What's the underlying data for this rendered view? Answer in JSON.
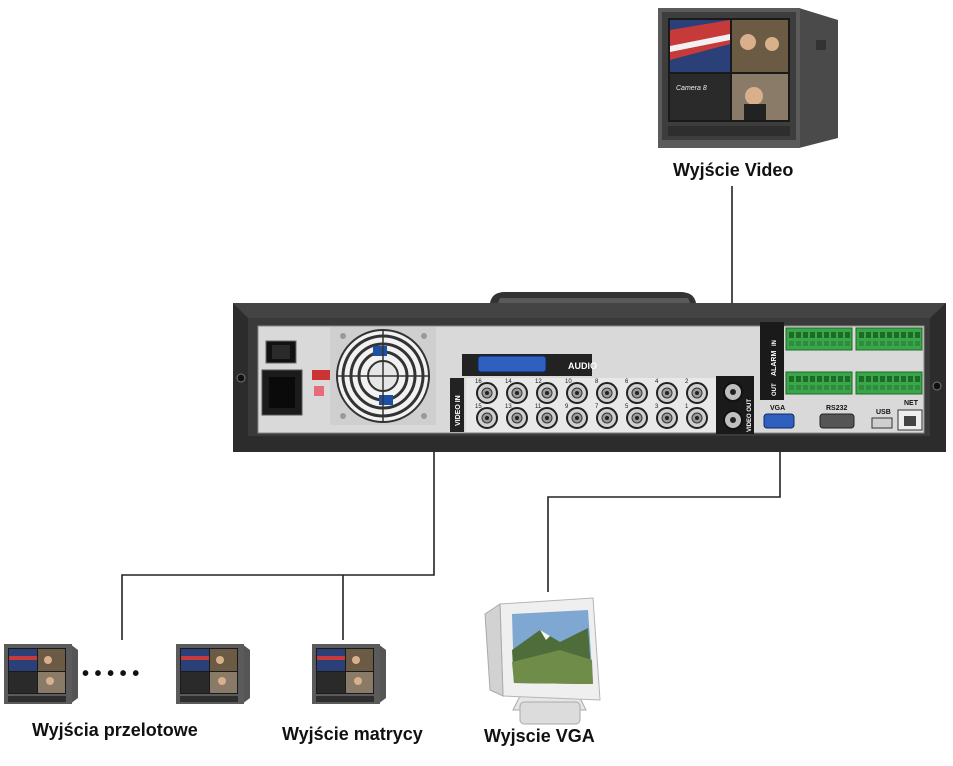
{
  "labels": {
    "video_out": "Wyjście Video",
    "loop_out": "Wyjścia przelotowe",
    "matrix_out": "Wyjście matrycy",
    "vga_out": "Wyjscie VGA"
  },
  "panel": {
    "audio": "AUDIO",
    "video_in": "VIDEO IN",
    "video_out": "VIDEO OUT",
    "vga": "VGA",
    "rs232": "RS232",
    "usb": "USB",
    "net": "NET",
    "alarm": "ALARM",
    "in": "IN",
    "out": "OUT",
    "bnc_top": [
      "16",
      "14",
      "12",
      "10",
      "8",
      "6",
      "4",
      "2"
    ],
    "bnc_bottom": [
      "15",
      "13",
      "11",
      "9",
      "7",
      "5",
      "3",
      "1"
    ]
  },
  "monitor_overlay": "Camera 8",
  "dots": "• • • • •"
}
